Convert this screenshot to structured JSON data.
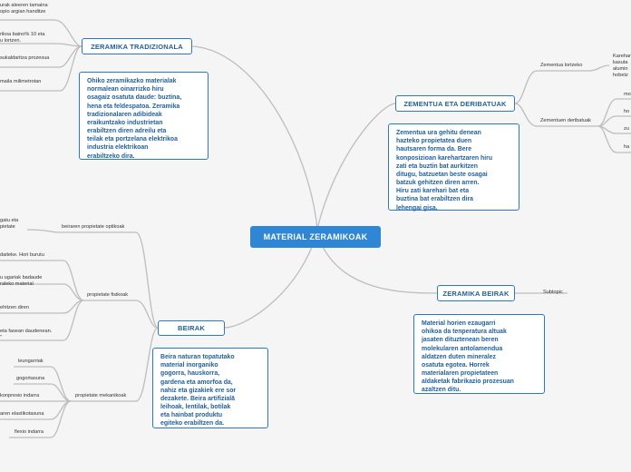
{
  "central": {
    "label": "MATERIAL ZERAMIKOAK"
  },
  "topics": {
    "tradizionala": {
      "label": "ZERAMIKA TRADIZIONALA"
    },
    "zementua": {
      "label": "ZEMENTUA ETA DERIBATUAK"
    },
    "beirak": {
      "label": "BEIRAK"
    },
    "beirak_zeramika": {
      "label": "ZERAMIKA BEIRAK"
    }
  },
  "notes": {
    "tradizionala": "Ohiko zeramikazko materialak\nnormalean oinarrizko hiru\nosagaiz osatuta daude: buztina,\nhena eta feldespatoa. Zeramika\ntradizionalaren adibideak\neraikuntzako industrietan\nerabiltzen diren adreilu eta\nteilak eta portzelana elektrikoa\nindustria elektrikoan\nerabiltzeko dira.",
    "zementua": "Zementua ura gehitu denean\nhazteko propietatea duen\nhautsaren forma da. Bere\nkonposizioan karehartzaren hiru\nzati eta buztin bat aurkitzen\nditugu, batzuetan beste osagai\nbatzuk gehitzen diren arren.\nHiru zati karehari bat eta\nbuztina bat erabiltzen dira\nlehengai gisa.",
    "beirak": "Beira naturan topatutako\nmaterial inorganiko\ngogorra, hauskorra,\ngardena eta amorfoa da,\nnahiz eta gizakiek ere sor\ndezakete. Beira artifizialā\nleihoak, lentilak, botilak\neta hainbat produktu\negiteko erabiltzen da.",
    "beirak_zeramika": "Material horien ezaugarri\nohikoa da tenperatura altuak\njasaten dituztenean beren\nmolekularen antolamendua\naldatzen duten mineralez\nosatuta egotea. Horrek\nmaterialaren propietateen\naldaketak fabrikazio prozesuan\nazaltzen ditu."
  },
  "leaves": {
    "trad_1": "urak aleeren tamaina\nopio argian handitze",
    "trad_2": "rikoa baino% 10 eta\nu lortzen.",
    "trad_3": "sukaldaritza prozesua",
    "trad_4": "maila milimetrotan",
    "zem_lortzeko": "Zementua lortzeko",
    "zem_lortzeko_text": "Karehar\nkasuta\nalumin\nhobetz",
    "zem_deribatuak": "Zementuen deribatuak",
    "zem_d1": "mo",
    "zem_d2": "ho",
    "zem_d3": "zu",
    "zem_d4": "ha",
    "optikoak": "beiraren propietate optikoak",
    "opt_1": "gatu eta\npietate",
    "fisikoak": "propietate fisikoak",
    "fis_1": "daiteke. Hori burutu",
    "fis_2": "u ugariak badaude\nraleko material",
    "fis_3": "ehitzen diren",
    "fis_4": "eta fasean daudenean.\n\"",
    "mekanikoak": "propietate mekanikoak",
    "mek_1": "leungarriak",
    "mek_2": "gogortasuna",
    "mek_3": "konpresio indarra",
    "mek_4": "aren elastikotasuna",
    "mek_5": "flexio indarra",
    "subtopic": "Subtopic"
  },
  "colors": {
    "accent": "#2e86d4",
    "line": "#b8b8b8",
    "background": "#f5f5f5"
  }
}
